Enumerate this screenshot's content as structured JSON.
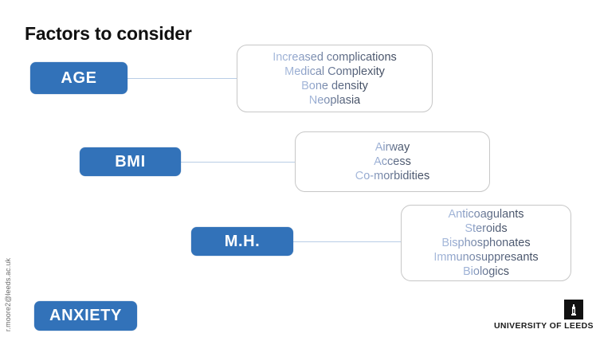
{
  "slide": {
    "title": "Factors to consider"
  },
  "factors": [
    {
      "label": "AGE",
      "details": [
        "Increased complications",
        "Medical Complexity",
        "Bone density",
        "Neoplasia"
      ]
    },
    {
      "label": "BMI",
      "details": [
        "Airway",
        "Access",
        "Co-morbidities"
      ]
    },
    {
      "label": "M.H.",
      "details": [
        "Anticoagulants",
        "Steroids",
        "Bisphosphonates",
        "Immunosuppresants",
        "Biologics"
      ]
    },
    {
      "label": "ANXIETY",
      "details": []
    }
  ],
  "sidebar": {
    "email": "r.moore2@leeds.ac.uk"
  },
  "footer": {
    "brand_text": "UNIVERSITY OF LEEDS",
    "brand_icon": "leeds-tower-logo-icon"
  },
  "colors": {
    "pill_blue": "#3272b9",
    "connector_blue": "#b9cde6",
    "panel_border": "#c7c7c7",
    "detail_text_light": "#a9bcdd",
    "detail_text_dark": "#3f4a5e",
    "title_black": "#111111"
  }
}
